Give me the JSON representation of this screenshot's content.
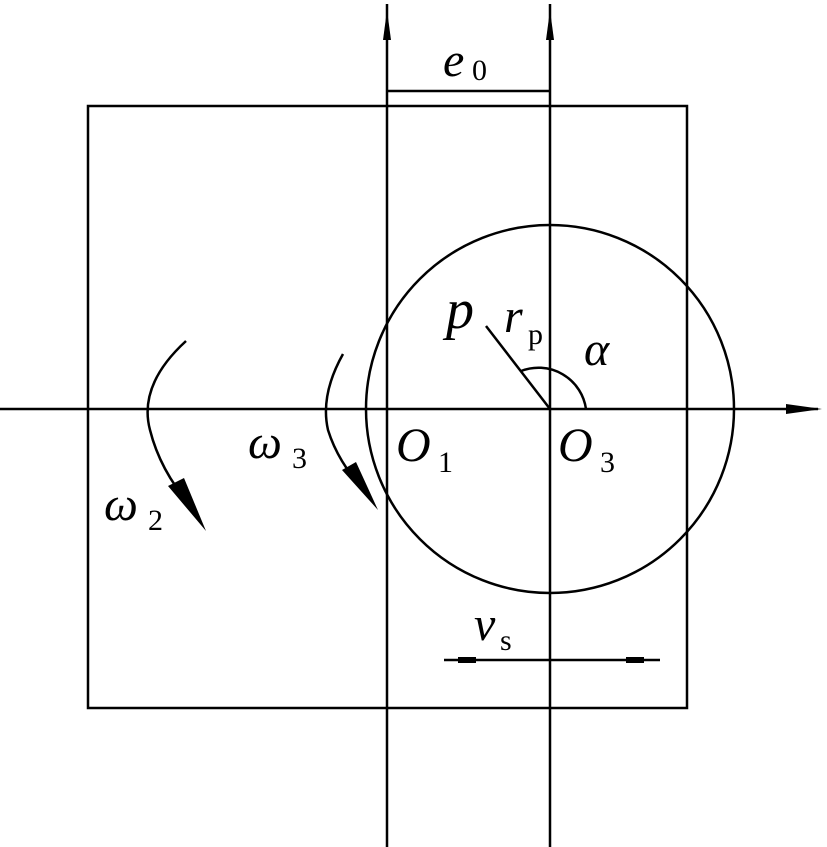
{
  "labels": {
    "e": "e",
    "e_sub": "0",
    "p": "p",
    "r": "r",
    "r_sub": "p",
    "alpha": "α",
    "omega3": "ω",
    "omega3_sub": "3",
    "omega2": "ω",
    "omega2_sub": "2",
    "o1": "O",
    "o1_sub": "1",
    "o3": "O",
    "o3_sub": "3",
    "v": "v",
    "v_sub": "s"
  }
}
